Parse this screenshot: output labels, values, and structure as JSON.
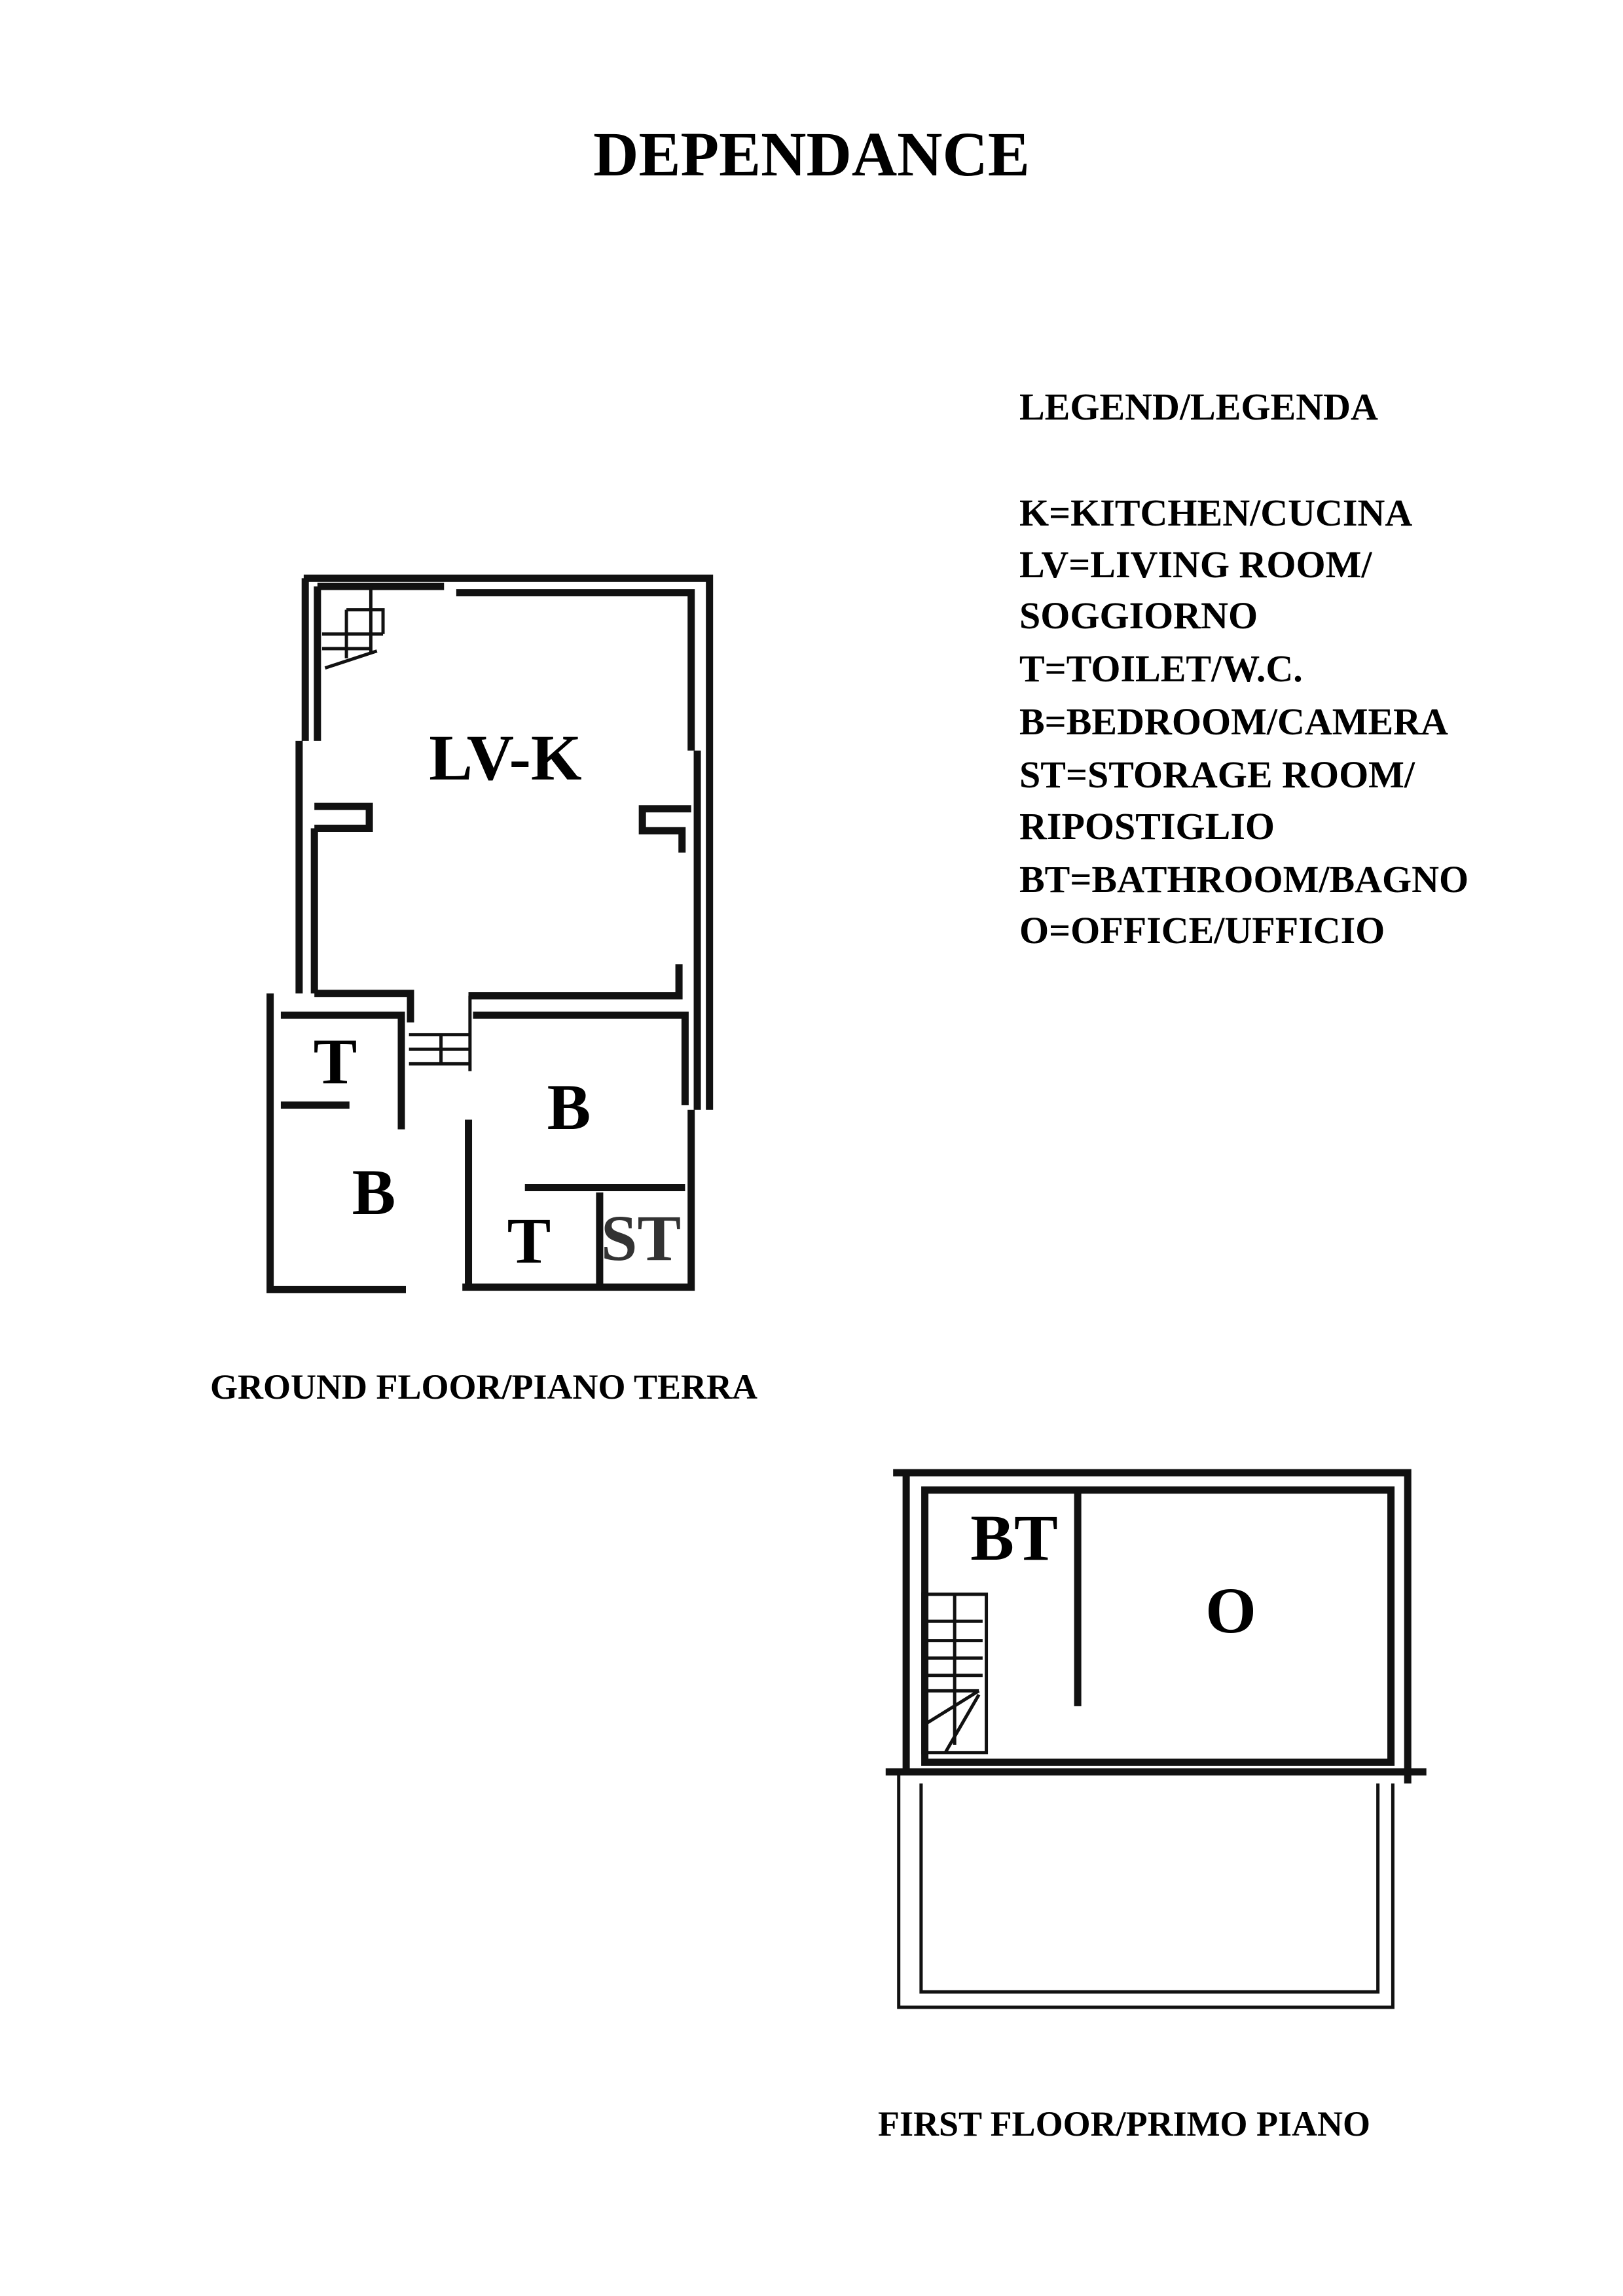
{
  "title": "DEPENDANCE",
  "legend": {
    "heading": "LEGEND/LEGENDA",
    "lines": [
      "K=KITCHEN/CUCINA",
      "LV=LIVING ROOM/",
      "SOGGIORNO",
      "T=TOILET/W.C.",
      "B=BEDROOM/CAMERA",
      "ST=STORAGE ROOM/",
      "RIPOSTIGLIO",
      "BT=BATHROOM/BAGNO",
      "O=OFFICE/UFFICIO"
    ]
  },
  "ground_floor": {
    "label": "GROUND FLOOR/PIANO TERRA",
    "rooms": [
      "LV-K",
      "T",
      "B",
      "B",
      "T",
      "ST"
    ]
  },
  "first_floor": {
    "label": "FIRST FLOOR/PRIMO PIANO",
    "rooms": [
      "BT",
      "O"
    ]
  }
}
